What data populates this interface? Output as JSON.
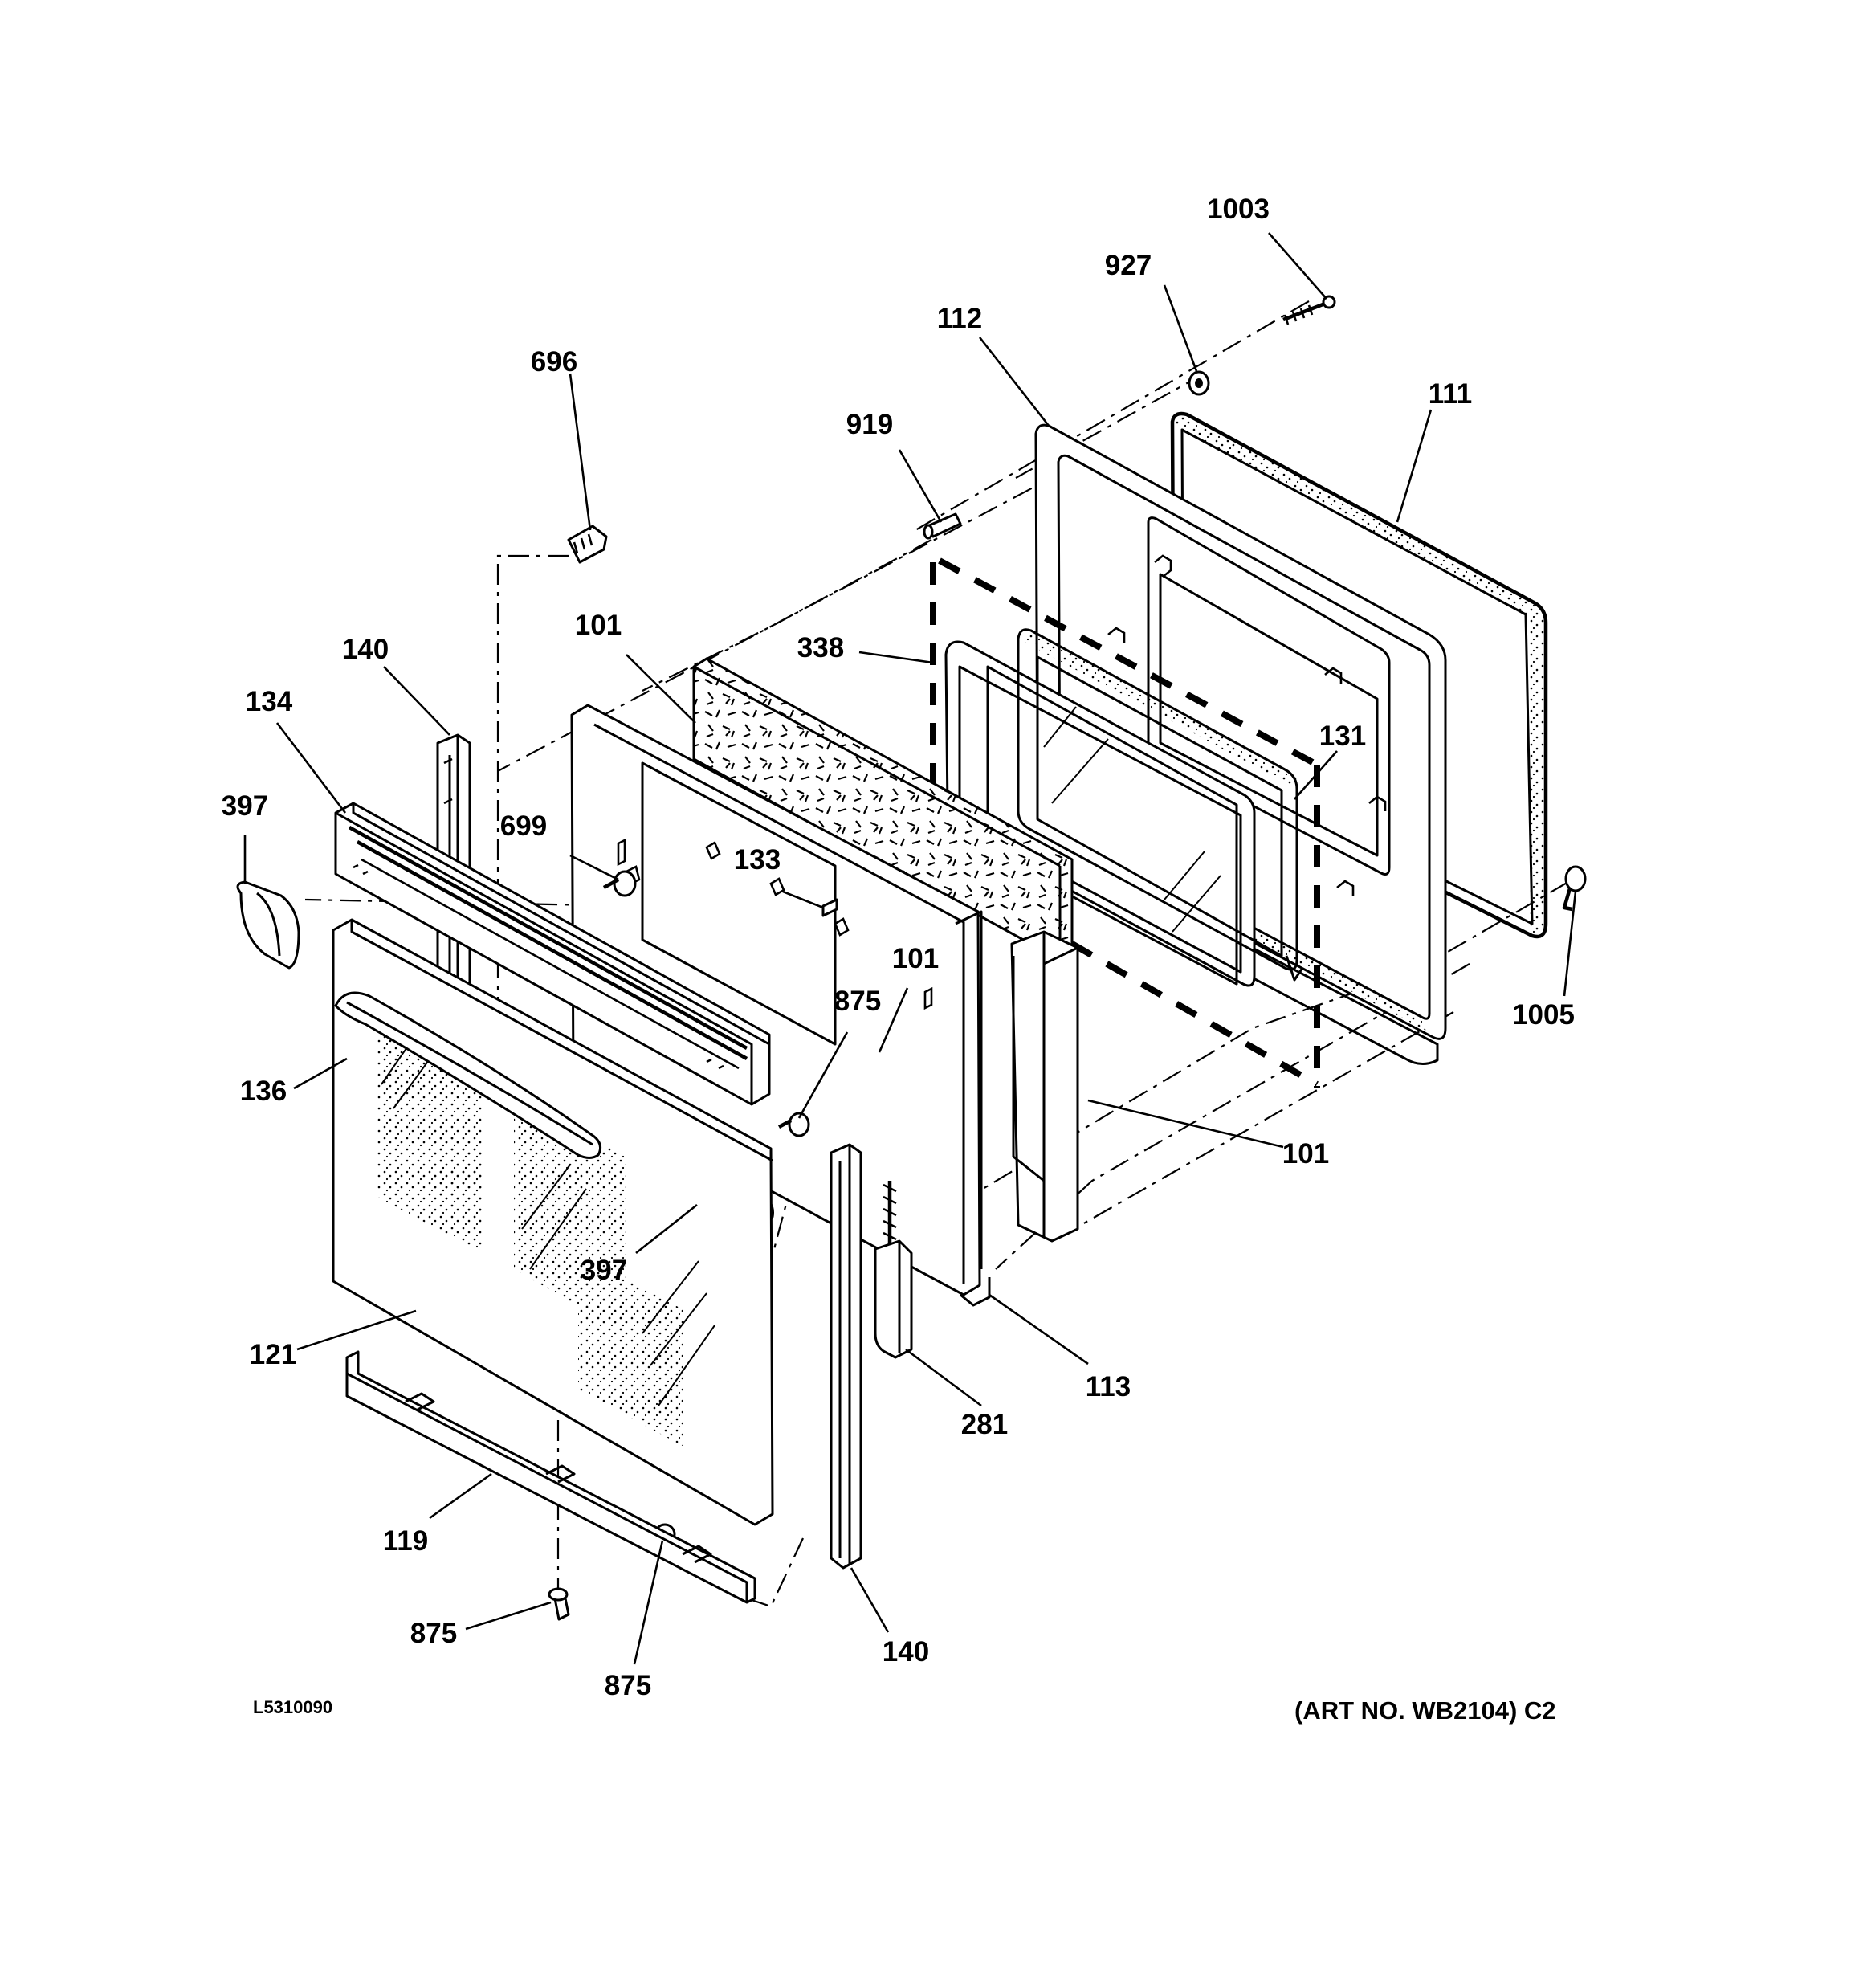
{
  "diagram": {
    "type": "exploded-parts-view",
    "drawing_number": "L5310090",
    "art_number": "(ART NO. WB2104) C2",
    "callouts": [
      {
        "id": "c1003",
        "text": "1003"
      },
      {
        "id": "c927",
        "text": "927"
      },
      {
        "id": "c112",
        "text": "112"
      },
      {
        "id": "c696",
        "text": "696"
      },
      {
        "id": "c111",
        "text": "111"
      },
      {
        "id": "c919",
        "text": "919"
      },
      {
        "id": "c140a",
        "text": "140"
      },
      {
        "id": "c101a",
        "text": "101"
      },
      {
        "id": "c338",
        "text": "338"
      },
      {
        "id": "c134",
        "text": "134"
      },
      {
        "id": "c131",
        "text": "131"
      },
      {
        "id": "c397a",
        "text": "397"
      },
      {
        "id": "c699",
        "text": "699"
      },
      {
        "id": "c133",
        "text": "133"
      },
      {
        "id": "c1005",
        "text": "1005"
      },
      {
        "id": "c101b",
        "text": "101"
      },
      {
        "id": "c875a",
        "text": "875"
      },
      {
        "id": "c136",
        "text": "136"
      },
      {
        "id": "c101c",
        "text": "101"
      },
      {
        "id": "c397b",
        "text": "397"
      },
      {
        "id": "c121",
        "text": "121"
      },
      {
        "id": "c113",
        "text": "113"
      },
      {
        "id": "c281",
        "text": "281"
      },
      {
        "id": "c119",
        "text": "119"
      },
      {
        "id": "c875b",
        "text": "875"
      },
      {
        "id": "c140b",
        "text": "140"
      },
      {
        "id": "c875c",
        "text": "875"
      }
    ]
  }
}
